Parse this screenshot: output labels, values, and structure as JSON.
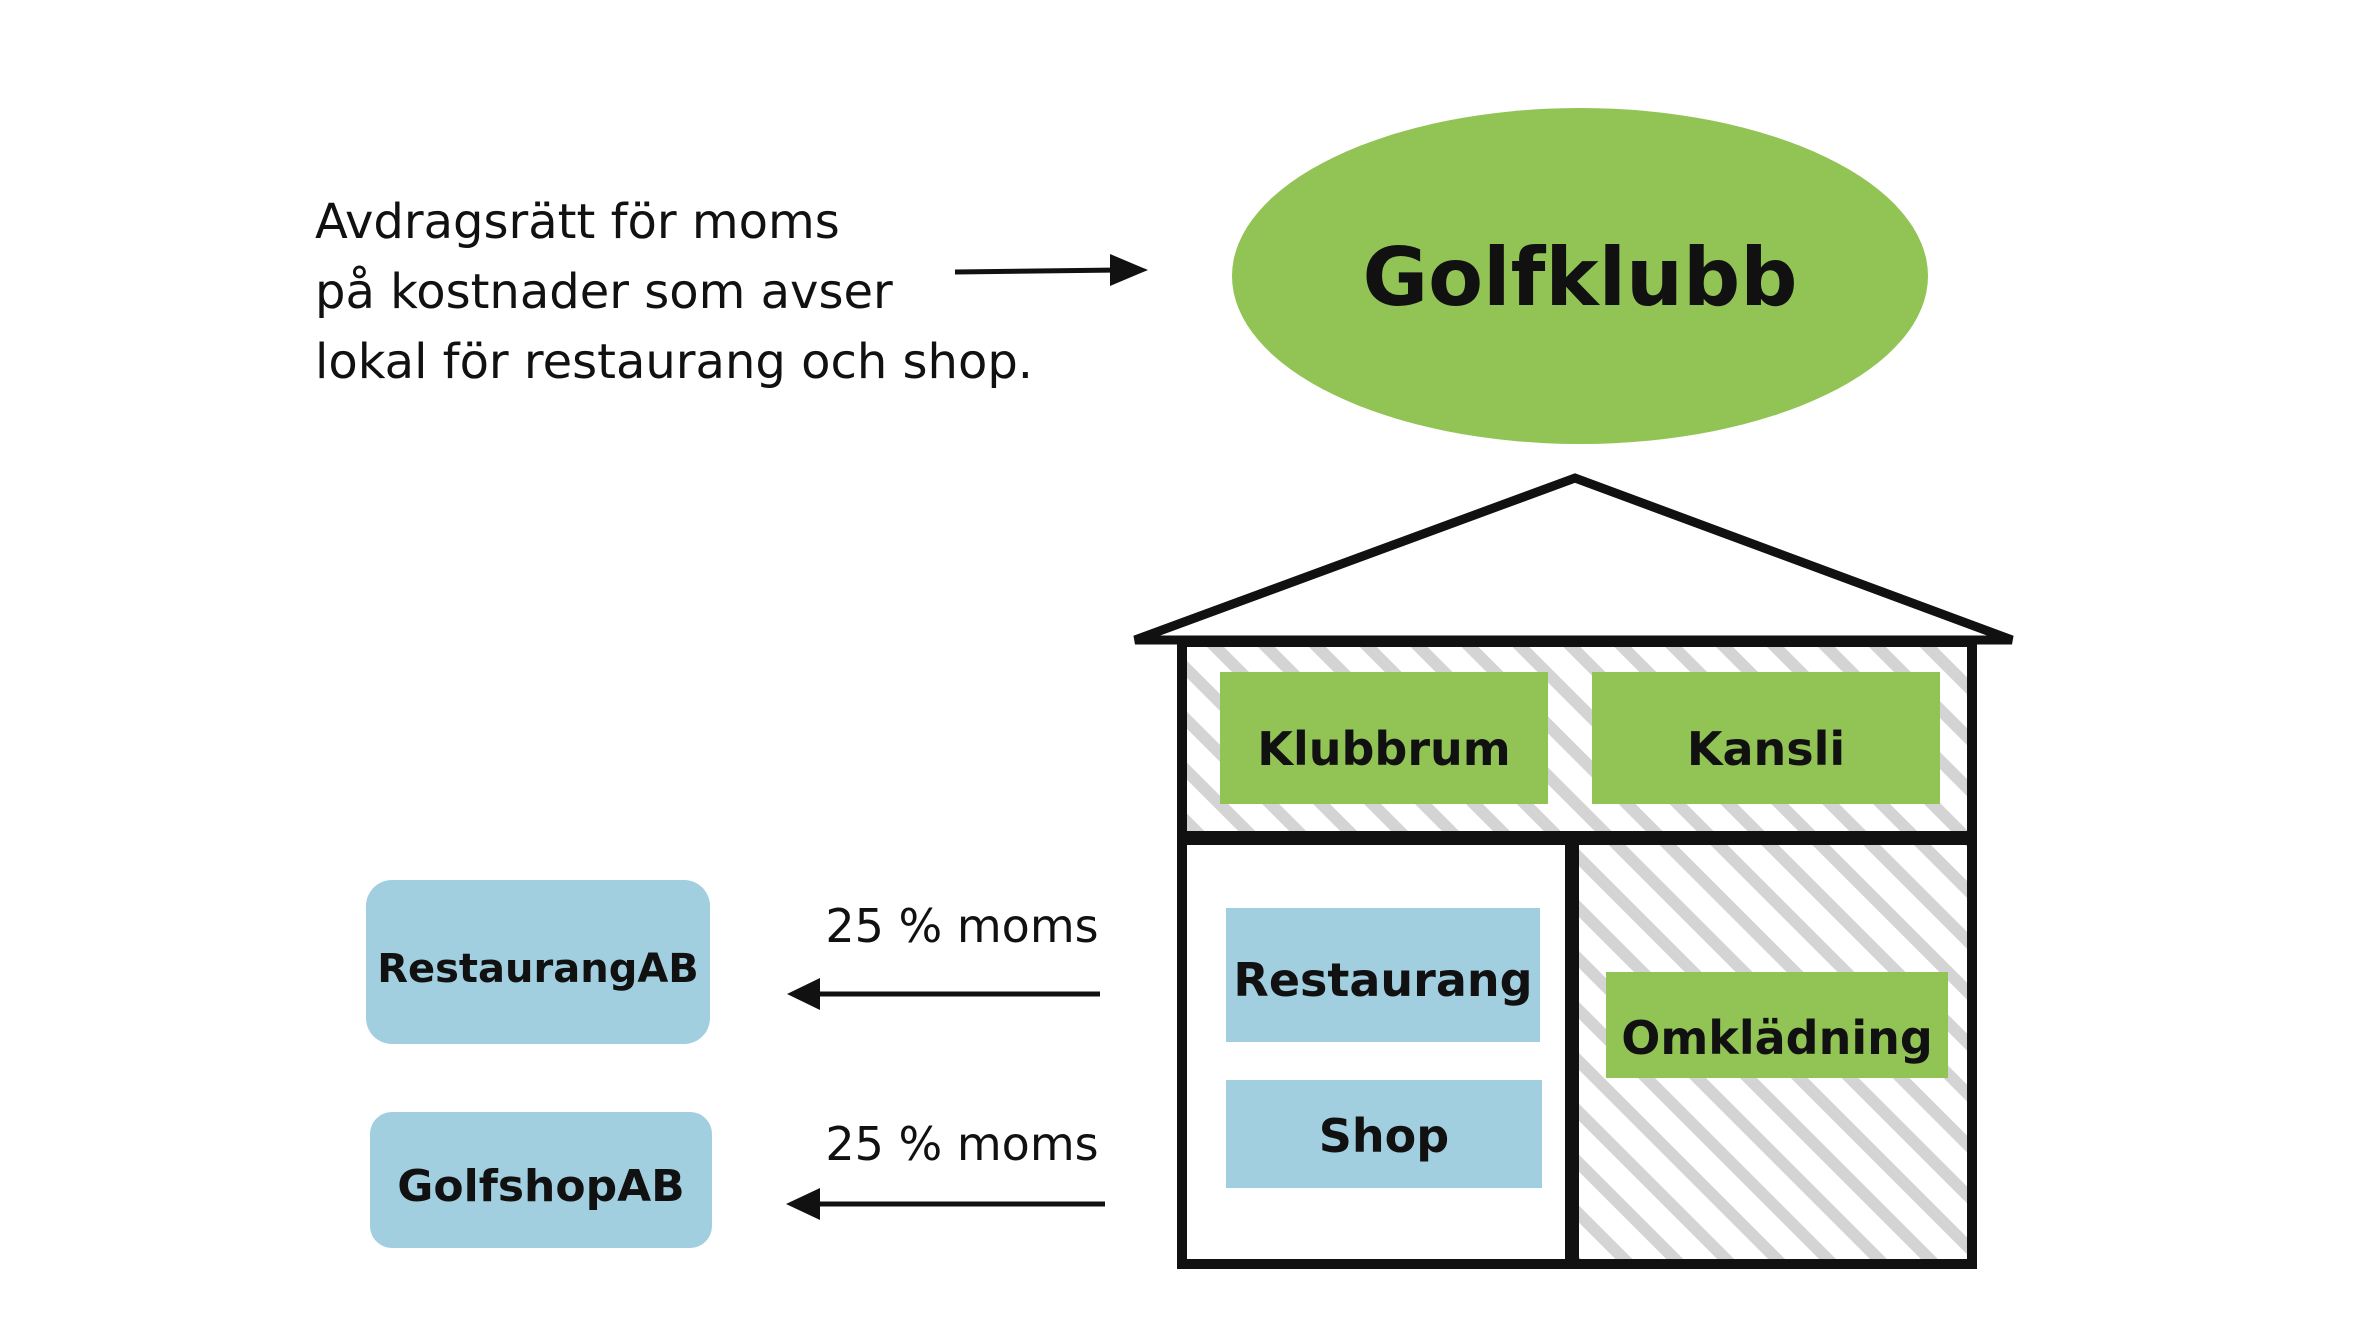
{
  "intro": {
    "lines": [
      "Avdragsrätt för moms",
      "på kostnader som avser",
      "lokal för restaurang och shop."
    ]
  },
  "club": {
    "label": "Golfklubb"
  },
  "rooms": {
    "klubbrum": "Klubbrum",
    "kansli": "Kansli",
    "restaurang": "Restaurang",
    "shop": "Shop",
    "omkladning": "Omklädning"
  },
  "companies": {
    "restaurang_ab": "RestaurangAB",
    "golfshop_ab": "GolfshopAB"
  },
  "vat": {
    "restaurang": "25 % moms",
    "golfshop": "25 % moms"
  },
  "colors": {
    "green": "#92c355",
    "blue": "#a1cfe0",
    "hatch": "#d4d4d4",
    "outline": "#111111"
  }
}
